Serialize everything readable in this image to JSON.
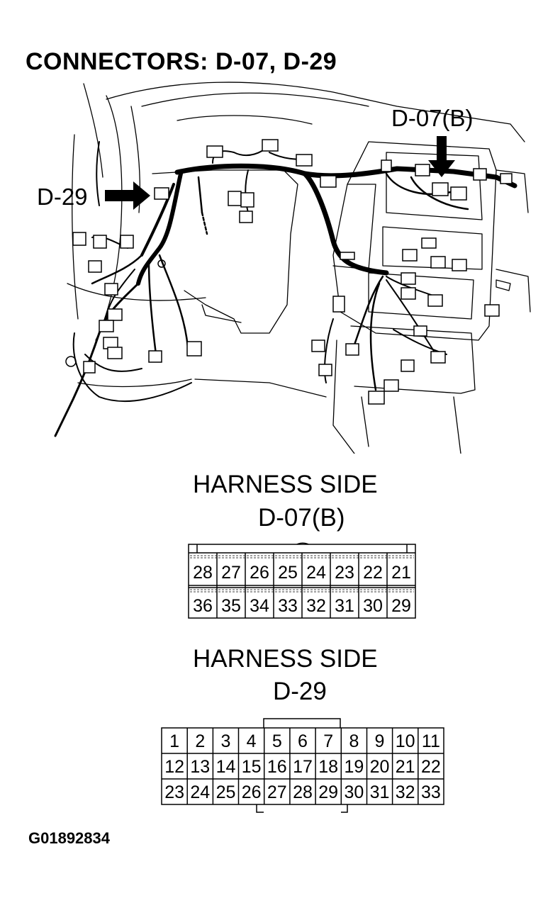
{
  "title": "CONNECTORS: D-07, D-29",
  "callouts": {
    "d29": "D-29",
    "d07b": "D-07(B)"
  },
  "connector_d07b": {
    "side_label": "HARNESS SIDE",
    "name": "D-07(B)",
    "rows": [
      [
        "28",
        "27",
        "26",
        "25",
        "24",
        "23",
        "22",
        "21"
      ],
      [
        "36",
        "35",
        "34",
        "33",
        "32",
        "31",
        "30",
        "29"
      ]
    ]
  },
  "connector_d29": {
    "side_label": "HARNESS SIDE",
    "name": "D-29",
    "rows": [
      [
        "1",
        "2",
        "3",
        "4",
        "5",
        "6",
        "7",
        "8",
        "9",
        "10",
        "11"
      ],
      [
        "12",
        "13",
        "14",
        "15",
        "16",
        "17",
        "18",
        "19",
        "20",
        "21",
        "22"
      ],
      [
        "23",
        "24",
        "25",
        "26",
        "27",
        "28",
        "29",
        "30",
        "31",
        "32",
        "33"
      ]
    ]
  },
  "figure_code": "G01892834"
}
